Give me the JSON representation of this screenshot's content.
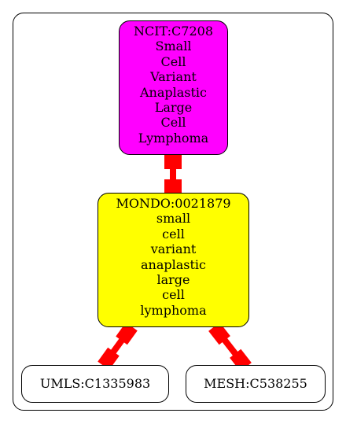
{
  "diagram": {
    "nodes": {
      "ncit": {
        "lines": [
          "NCIT:C7208",
          "Small",
          "Cell",
          "Variant",
          "Anaplastic",
          "Large",
          "Cell",
          "Lymphoma"
        ],
        "fill": "#ff00ff"
      },
      "mondo": {
        "lines": [
          "MONDO:0021879",
          "small",
          "cell",
          "variant",
          "anaplastic",
          "large",
          "cell",
          "lymphoma"
        ],
        "fill": "#ffff00"
      },
      "umls": {
        "label": "UMLS:C1335983",
        "fill": "#ffffff"
      },
      "mesh": {
        "label": "MESH:C538255",
        "fill": "#ffffff"
      }
    },
    "edges": [
      {
        "from": "ncit",
        "to": "mondo",
        "color": "#ff0000"
      },
      {
        "from": "mondo",
        "to": "umls",
        "color": "#ff0000"
      },
      {
        "from": "mondo",
        "to": "mesh",
        "color": "#ff0000"
      }
    ]
  }
}
